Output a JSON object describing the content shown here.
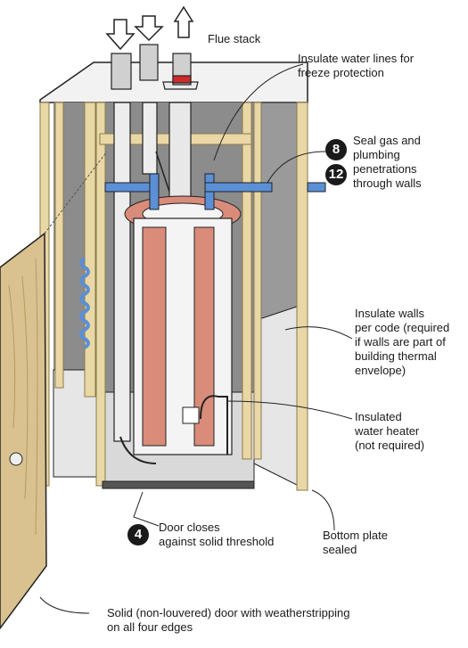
{
  "labels": {
    "flue_stack": "Flue stack",
    "insulate_lines": "Insulate water lines for\nfreeze protection",
    "seal_gas": "Seal gas and\nplumbing\npenetrations\nthrough walls",
    "insulate_walls": "Insulate walls\nper code (required\nif walls are part of\nbuilding thermal\nenvelope)",
    "insulated_heater": "Insulated\nwater heater\n(not required)",
    "door_closes": "Door closes\nagainst solid threshold",
    "bottom_plate": "Bottom plate\nsealed",
    "solid_door": "Solid (non-louvered) door with weatherstripping\non all four edges"
  },
  "badges": {
    "seal_a": "8",
    "seal_b": "12",
    "threshold": "4"
  },
  "colors": {
    "wood": "#e9d8a6",
    "wood_stroke": "#8a7a4a",
    "door": "#d9c28f",
    "wall_gray": "#8c8c8c",
    "floor_gray": "#d9d9d9",
    "insulation_pink": "#d98c7a",
    "pipe_blue": "#5b8fd6",
    "outline": "#222222"
  }
}
